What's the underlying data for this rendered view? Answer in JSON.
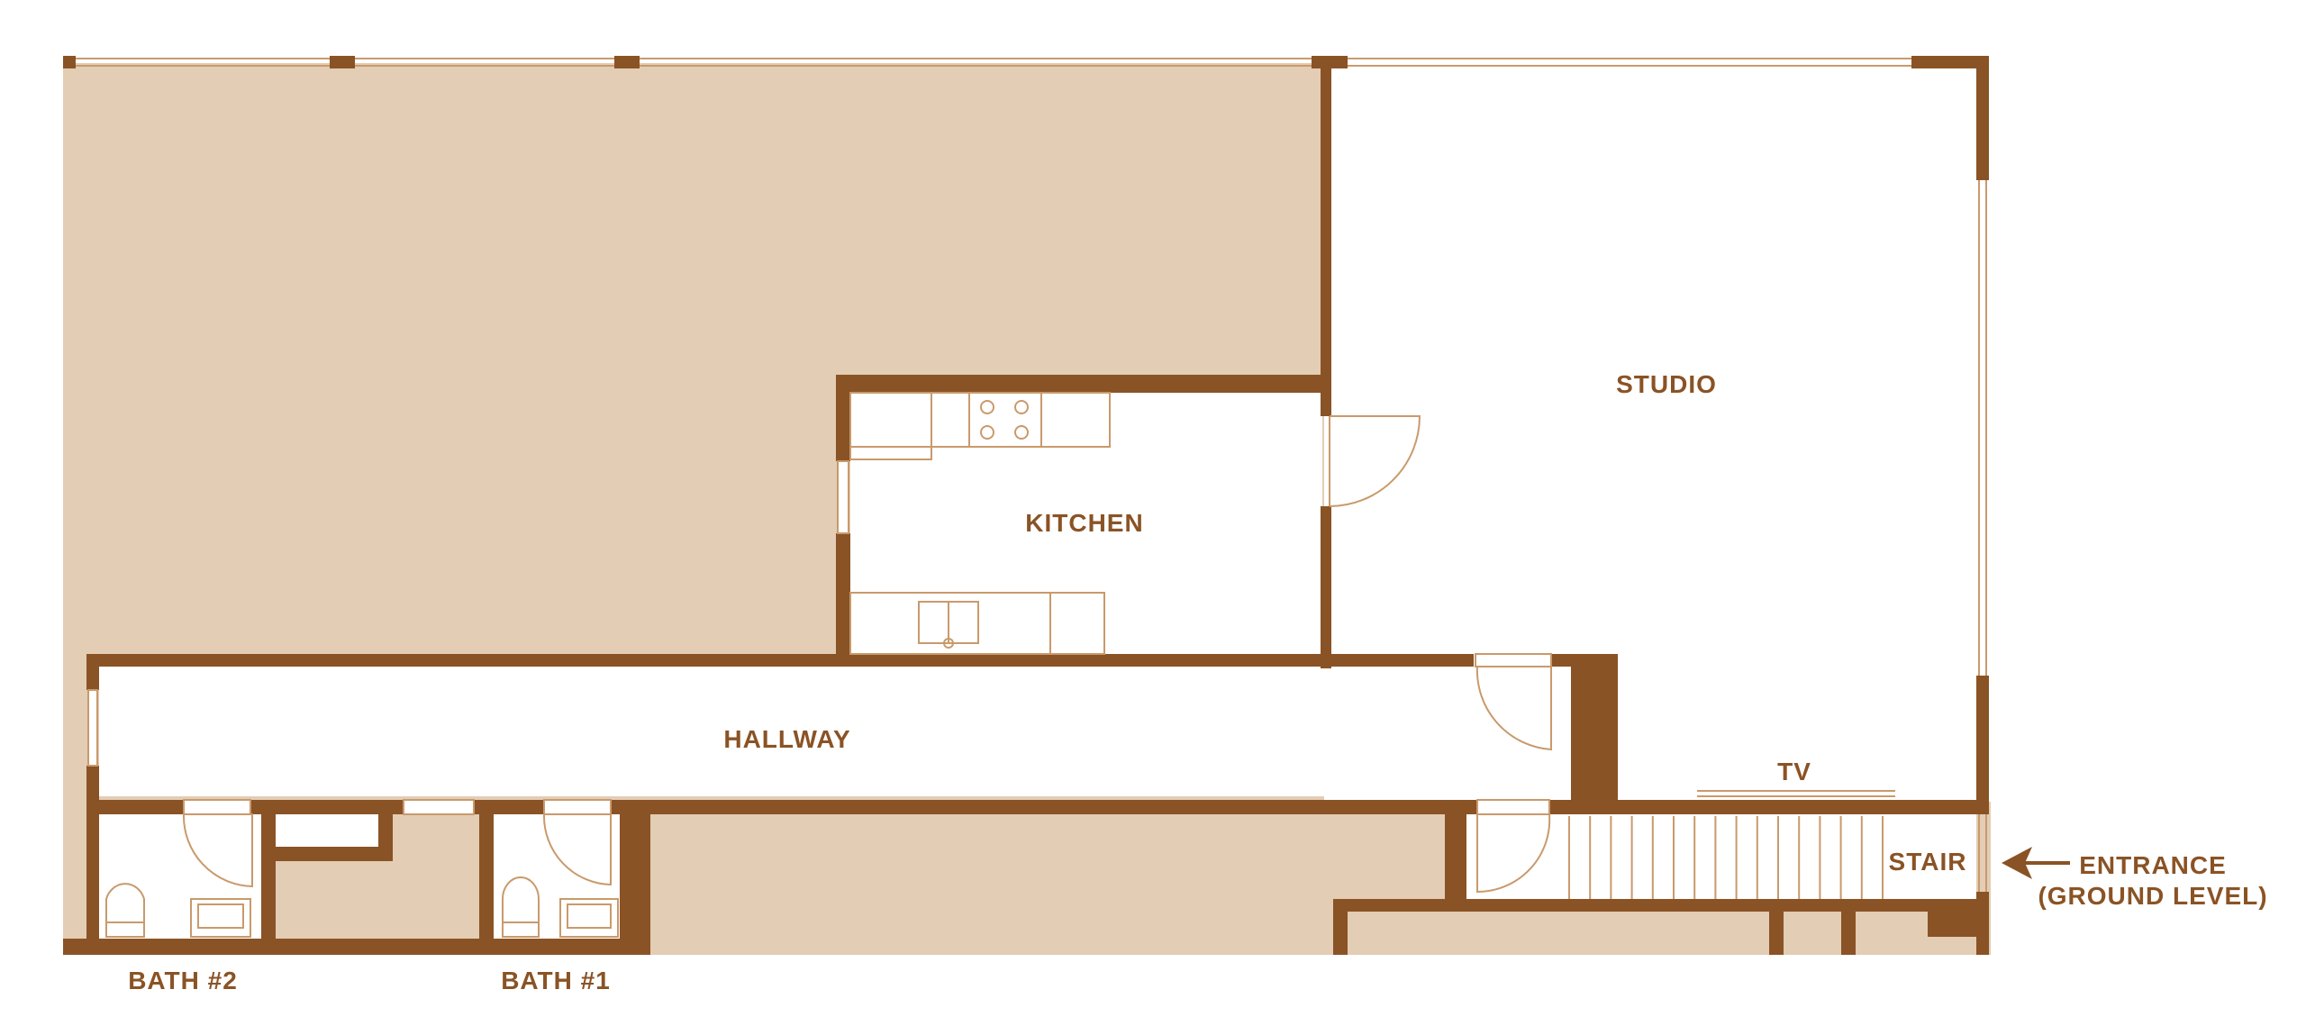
{
  "rooms": {
    "studio": "STUDIO",
    "kitchen": "KITCHEN",
    "hallway": "HALLWAY",
    "tv": "TV",
    "stair": "STAIR",
    "bath1": "BATH #1",
    "bath2": "BATH #2"
  },
  "entrance": {
    "line1": "ENTRANCE",
    "line2": "(GROUND LEVEL)"
  },
  "colors": {
    "wall": "#8a5325",
    "unfinished_area": "#e3cdb5",
    "room_floor": "#ffffff",
    "fixture_line": "#c99a6c"
  }
}
